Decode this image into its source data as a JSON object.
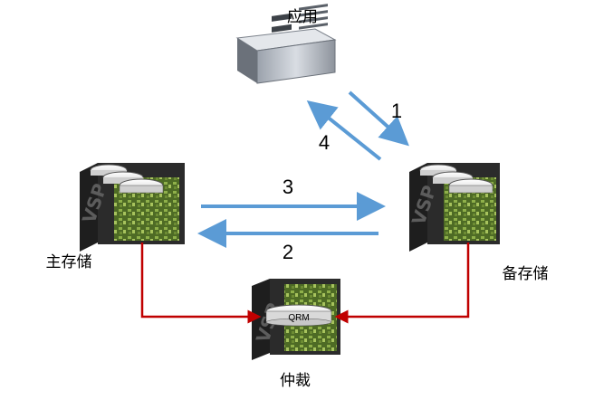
{
  "labels": {
    "app": "应用",
    "primary": "主存储",
    "secondary": "备存储",
    "quorum": "仲裁",
    "qrm_disk": "QRM",
    "vsp_primary": "VSP",
    "vsp_secondary": "VSP",
    "vsp_quorum": "VSP"
  },
  "steps": [
    "1",
    "2",
    "3",
    "4"
  ],
  "colors": {
    "flow_arrow": "#5b9bd5",
    "quorum_link": "#c00000",
    "storage_body": "#2b2b2b",
    "storage_panel": "#6f8f3a",
    "server_body": "#c9ced6"
  }
}
